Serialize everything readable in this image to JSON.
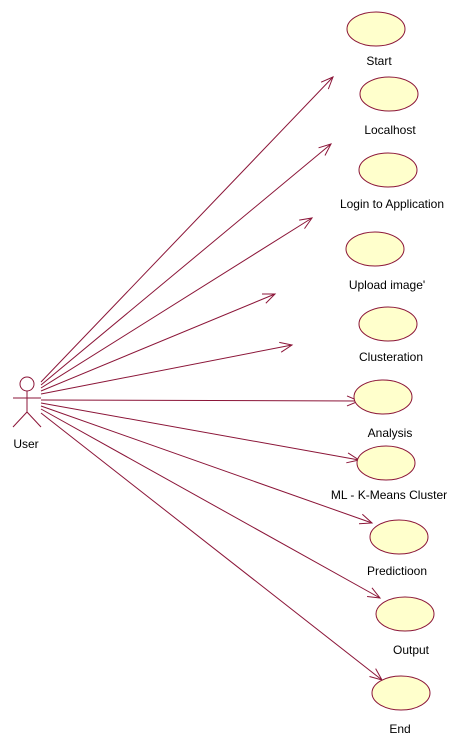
{
  "diagram": {
    "type": "use-case",
    "colors": {
      "line": "#8b1538",
      "usecase_fill": "#ffffcc",
      "usecase_stroke": "#8b1538",
      "text": "#000000"
    },
    "actor": {
      "label": "User"
    },
    "use_cases": [
      {
        "label": "Start"
      },
      {
        "label": "Localhost"
      },
      {
        "label": "Login to Application"
      },
      {
        "label": "Upload image'"
      },
      {
        "label": "Clusteration"
      },
      {
        "label": "Analysis"
      },
      {
        "label": "ML - K-Means Cluster"
      },
      {
        "label": "Predictioon"
      },
      {
        "label": "Output"
      },
      {
        "label": "End"
      }
    ]
  }
}
